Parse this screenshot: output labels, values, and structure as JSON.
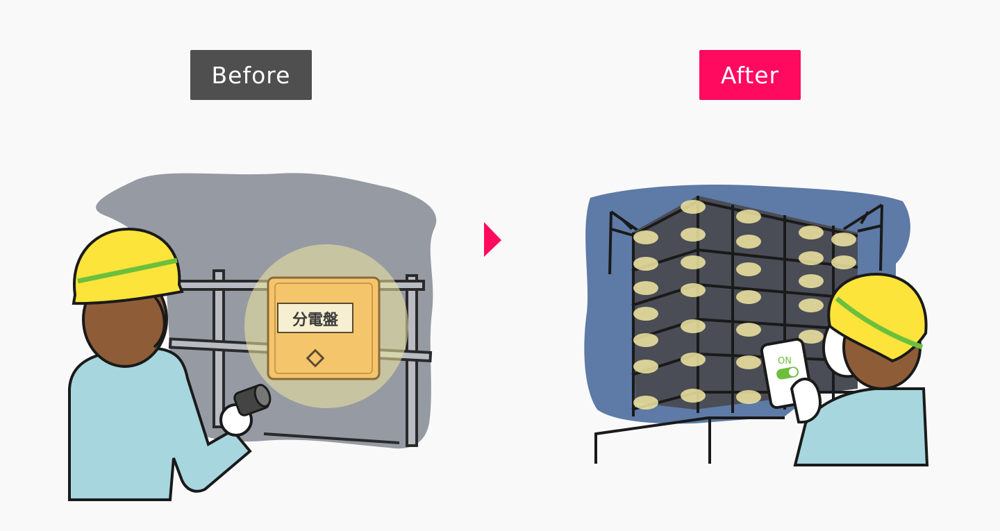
{
  "before_label": "Before",
  "after_label": "After",
  "panel_sign": "分電盤",
  "phone_status": "ON",
  "colors": {
    "before_badge": "#4f4f4f",
    "after_badge": "#ff0a5e",
    "arrow": "#ff0a5e",
    "helmet": "#fce43b",
    "helmet_stripe": "#6cbf3c",
    "uniform": "#a7d6de",
    "skin": "#8e5d37",
    "panel": "#f5c56c",
    "night_sky": "#5e7aa6",
    "dark_wall": "#959aa3",
    "light": "#f1e7a2"
  },
  "icons": [
    "arrow-right-icon",
    "switch-toggle-icon",
    "diamond-icon"
  ]
}
